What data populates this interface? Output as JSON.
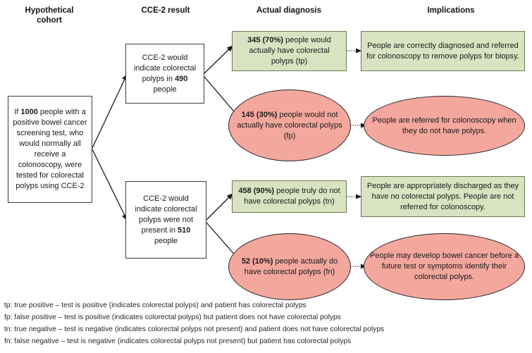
{
  "diagram": {
    "type": "flowchart",
    "title_columns": [
      {
        "id": "col-hypothetical-cohort",
        "label": "Hypothetical\ncohort"
      },
      {
        "id": "col-cce2-result",
        "label": "CCE-2 result"
      },
      {
        "id": "col-actual-diagnosis",
        "label": "Actual diagnosis"
      },
      {
        "id": "col-implications",
        "label": "Implications"
      }
    ],
    "columns": {
      "cohort_line1": "Hypothetical",
      "cohort_line2": "cohort",
      "cce2_result": "CCE-2 result",
      "actual_diagnosis": "Actual diagnosis",
      "implications": "Implications"
    },
    "colors": {
      "green_fill": "#d9e3c1",
      "green_border": "#6d7a55",
      "pink_fill": "#f3a79d",
      "pink_border": "#262626",
      "white_fill": "#ffffff",
      "box_border": "#3d3d3d",
      "text": "#1a1a1a"
    },
    "nodes": {
      "cohort": {
        "shape": "rect",
        "text": "If 1000 people with a positive bowel cancer screening test, who would normally all receive a colonoscopy, were tested for colorectal polyps using CCE-2",
        "html": "If <b>1000</b> people with a positive bowel cancer screening test, who would normally all receive a colonoscopy, were tested for colorectal polyps using CCE-2",
        "highlight_value": "1000"
      },
      "positive_result": {
        "shape": "rect",
        "text": "CCE-2 would indicate colorectal polyps in 490 people",
        "html": "CCE-2 would indicate colorectal polyps in <b>490</b> people",
        "highlight_value": "490"
      },
      "negative_result": {
        "shape": "rect",
        "text": "CCE-2 would indicate colorectal polyps were not present in 510 people",
        "html": "CCE-2 would indicate colorectal polyps were not present in <b>510</b> people",
        "highlight_value": "510"
      },
      "true_positive": {
        "shape": "rect-green",
        "text": "345 (70%) people would actually have colorectal polyps (tp)",
        "html": "<b>345 (70%)</b> people would actually have colorectal polyps (tp)",
        "count": "345",
        "percent": "70%",
        "code": "tp"
      },
      "false_positive": {
        "shape": "ellipse-pink",
        "text": "145 (30%) people would not actually have colorectal polyps (fp)",
        "html": "<b>145 (30%)</b> people would not actually have colorectal polyps (fp)",
        "count": "145",
        "percent": "30%",
        "code": "fp"
      },
      "true_negative": {
        "shape": "rect-green",
        "text": "458 (90%) people truly do not have colorectal polyps (tn)",
        "html": "<b>458 (90%)</b> people truly do not have colorectal polyps (tn)",
        "count": "458",
        "percent": "90%",
        "code": "tn"
      },
      "false_negative": {
        "shape": "ellipse-pink",
        "text": "52 (10%) people actually do have colorectal polyps (fn)",
        "html": "<b>52 (10%)</b> people actually do have colorectal polyps (fn)",
        "count": "52",
        "percent": "10%",
        "code": "fn"
      },
      "implication_tp": {
        "shape": "rect-green",
        "text": "People are correctly diagnosed and referred for colonoscopy to remove polyps for biopsy.",
        "html": "People are correctly diagnosed and referred for colonoscopy to remove polyps for biopsy."
      },
      "implication_fp": {
        "shape": "ellipse-pink",
        "text": "People are referred for colonoscopy when they do not have polyps.",
        "html": "People are referred for colonoscopy when they do not have polyps."
      },
      "implication_tn": {
        "shape": "rect-green",
        "text": "People are appropriately discharged as they have no colorectal polyps. People are not referred for colonoscopy.",
        "html": "People are appropriately discharged as they have no colorectal polyps. People are not referred for colonoscopy."
      },
      "implication_fn": {
        "shape": "ellipse-pink",
        "text": "People may develop bowel cancer before a future test or symptoms identify their colorectal polyps.",
        "html": "People may develop bowel cancer before a future test or symptoms identify their colorectal polyps."
      }
    },
    "legend": [
      "tp: true positive – test is positive (indicates colorectal polyps) and patient has colorectal polyps",
      "fp: false positive – test is positive (indicates colorectal polyps) but patient does not have colorectal polyps",
      "tn: true negative – test is negative (indicates colorectal polyps not present) and patient does not have colorectal polyps",
      "fn: false negative – test is negative (indicates colorectal polyps not present)  but patient has colorectal polyps"
    ]
  }
}
